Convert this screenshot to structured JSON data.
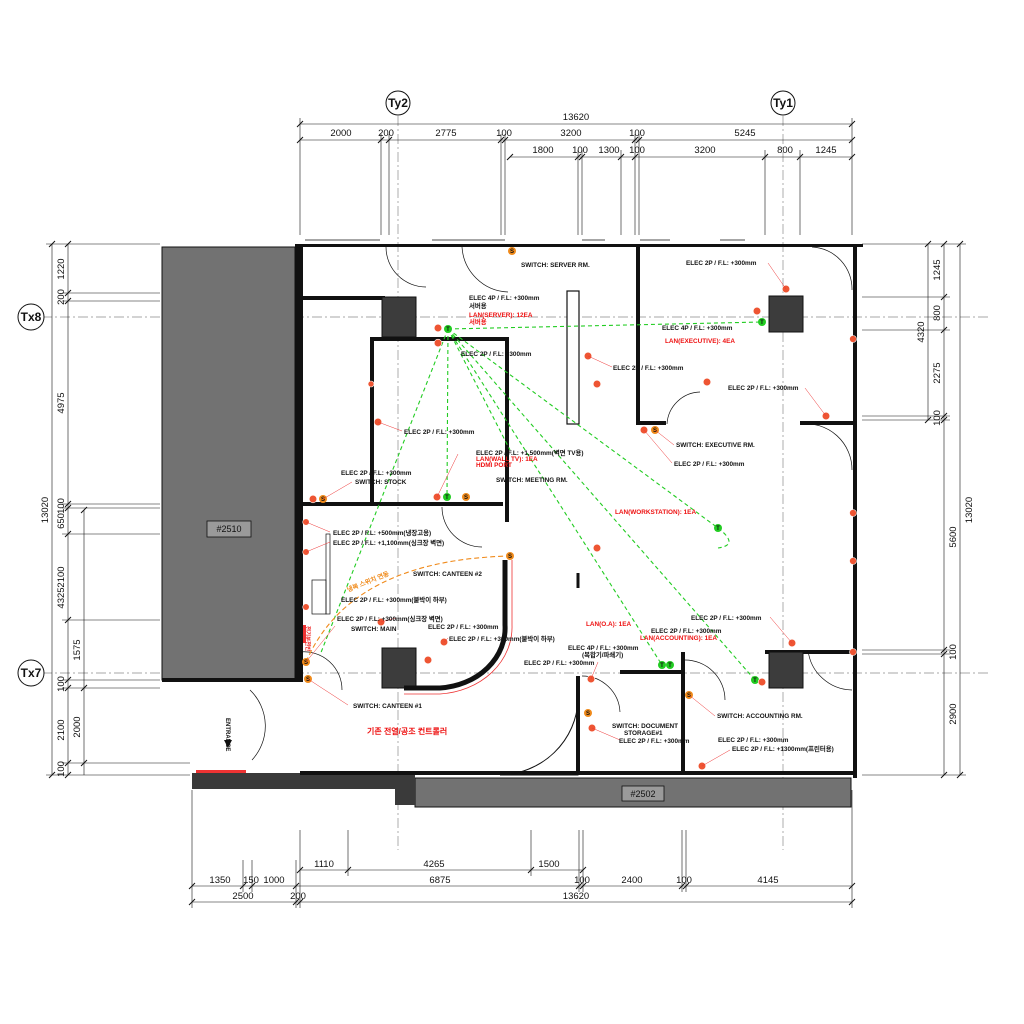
{
  "grid": {
    "ty2": "Ty2",
    "ty1": "Ty1",
    "tx8": "Tx8",
    "tx7": "Tx7"
  },
  "dims_top": {
    "total": "13620",
    "row1": [
      "2000",
      "200",
      "2775",
      "100",
      "3200",
      "100",
      "5245"
    ],
    "row2": [
      "1800",
      "100",
      "1300",
      "100",
      "3200",
      "800",
      "1245"
    ]
  },
  "dims_bottom": {
    "row1": [
      "1110",
      "4265",
      "1500"
    ],
    "row2": [
      "1350",
      "150",
      "1000",
      "6875",
      "100",
      "2400",
      "100",
      "4145"
    ],
    "row3": [
      "2500",
      "200",
      "13620"
    ]
  },
  "dims_left": {
    "outer": [
      "13020"
    ],
    "a": [
      "1220",
      "200",
      "4975",
      "100",
      "650",
      "2100",
      "4325",
      "1575",
      "100",
      "2100",
      "100"
    ],
    "b": [
      "2000"
    ]
  },
  "dims_right": {
    "outer": [
      "13020"
    ],
    "a": [
      "1245",
      "800",
      "2275",
      "100",
      "5600",
      "100",
      "2900"
    ],
    "b": [
      "4320"
    ]
  },
  "units": {
    "u2510": "#2510",
    "u2502": "#2502"
  },
  "labels": {
    "switch_server": "SWITCH: SERVER RM.",
    "elec_2p_300_exec_top": "ELEC 2P / F.L: +300mm",
    "elec_4p_server": "ELEC 4P / F.L: +300mm",
    "server_kr": "서버용",
    "lan_server": "LAN(SERVER): 12EA",
    "lan_server_kr": "서버용",
    "elec_4p_exec": "ELEC 4P / F.L: +300mm",
    "lan_exec": "LAN(EXECUTIVE): 4EA",
    "elec_2p_meeting_top": "ELEC 2P / F.L: +300mm",
    "elec_2p_center": "ELEC 2P / F.L: +300mm",
    "elec_2p_exec_mid": "ELEC 2P / F.L: +300mm",
    "elec_2p_meeting_left": "ELEC 2P / F.L: +300mm",
    "switch_exec": "SWITCH: EXECUTIVE RM.",
    "elec_2p_exec_bot": "ELEC 2P / F.L: +300mm",
    "elec_2p_tv": "ELEC 2P / F.L: +1,500mm(벽면 TV용)",
    "lan_tv": "LAN(WALL TV): 1EA",
    "hdmi": "HDMI PORT",
    "elec_2p_stock": "ELEC 2P / F.L: +300mm",
    "switch_stock": "SWITCH: STOCK",
    "switch_meeting": "SWITCH: MEETING RM.",
    "lan_workstation": "LAN(WORKSTATION): 1EA",
    "elec_fridge": "ELEC 2P / F.L: +500mm(냉장고용)",
    "elec_sink": "ELEC 2P / F.L: +1,100mm(싱크장 벽면)",
    "switch_canteen2": "SWITCH: CANTEEN #2",
    "orange_note": "냉복 스위치 연동",
    "elec_canteen_a": "ELEC 2P / F.L: +300mm(붙박이 하부)",
    "elec_canteen_b": "ELEC 2P / F.L: +300mm(싱크장 벽면)",
    "switch_main": "SWITCH: MAIN",
    "elec_canteen_c": "ELEC 2P / F.L: +300mm",
    "elec_canteen_d": "ELEC 2P / F.L: +300mm(붙박이 하부)",
    "lan_oa": "LAN(O.A): 1EA",
    "elec_4p_copier": "ELEC 4P / F.L: +300mm",
    "copier_kr": "(복합기/파쇄기)",
    "elec_2p_doc": "ELEC 2P / F.L: +300mm",
    "lan_accounting": "LAN(ACCOUNTING): 1EA",
    "elec_2p_acc_a": "ELEC 2P / F.L: +300mm",
    "elec_2p_acc_b": "ELEC 2P / F.L: +300mm",
    "switch_canteen1": "SWITCH: CANTEEN #1",
    "switch_doc1": "SWITCH: DOCUMENT",
    "switch_doc2": "STORAGE#1",
    "elec_2p_doc_bot": "ELEC 2P / F.L: +300mm",
    "switch_accounting": "SWITCH: ACCOUNTING RM.",
    "elec_2p_acc_c": "ELEC 2P / F.L: +300mm",
    "elec_printer": "ELEC 2P / F.L: +1300mm(프린터용)",
    "controller_note": "기존 전열/공조 컨트롤러",
    "entrance": "ENTRANCE",
    "red_vertical": "전기분전반"
  },
  "symbols": {
    "switch": "S",
    "lan": "T"
  },
  "colors": {
    "wall": "#111111",
    "slab": "#707070",
    "slab_dark": "#3a3a3a",
    "lan_line": "#22cc22",
    "outlet": "#ee5533",
    "switch": "#f08a1a",
    "label_red": "#ee1111"
  }
}
